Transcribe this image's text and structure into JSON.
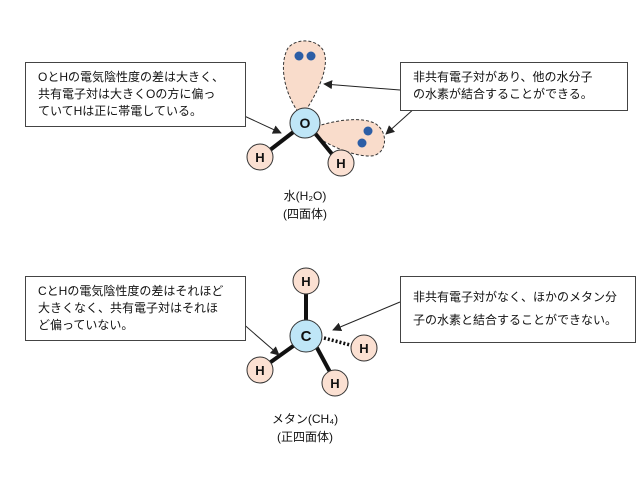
{
  "water": {
    "note_left": {
      "lines": [
        "OとHの電気陰性度の差は大きく、",
        "共有電子対は大きくOの方に偏っ",
        "ていてHは正に帯電している。"
      ]
    },
    "note_right": {
      "lines": [
        "非共有電子対があり、他の水分子",
        "の水素が結合することができる。"
      ]
    },
    "caption": {
      "name": "水(H₂O)",
      "shape": "(四面体)"
    },
    "atoms": {
      "center": "O",
      "h1": "H",
      "h2": "H"
    }
  },
  "methane": {
    "note_left": {
      "lines": [
        "CとHの電気陰性度の差はそれほど",
        "大きくなく、共有電子対はそれほ",
        "ど偏っていない。"
      ]
    },
    "note_right": {
      "lines": [
        "非共有電子対がなく、ほかのメタン分",
        "子の水素と結合することができない。"
      ]
    },
    "caption": {
      "name": "メタン(CH₄)",
      "shape": "(正四面体)"
    },
    "atoms": {
      "center": "C",
      "h_top": "H",
      "h_right": "H",
      "h_left": "H",
      "h_bottom": "H"
    }
  },
  "colors": {
    "central_atom_fill": "#bfe6f7",
    "hydrogen_fill": "#fbe0d2",
    "lone_pair_fill": "#f9dccb",
    "electron_dot": "#2c5ea6",
    "bond": "#111111"
  }
}
